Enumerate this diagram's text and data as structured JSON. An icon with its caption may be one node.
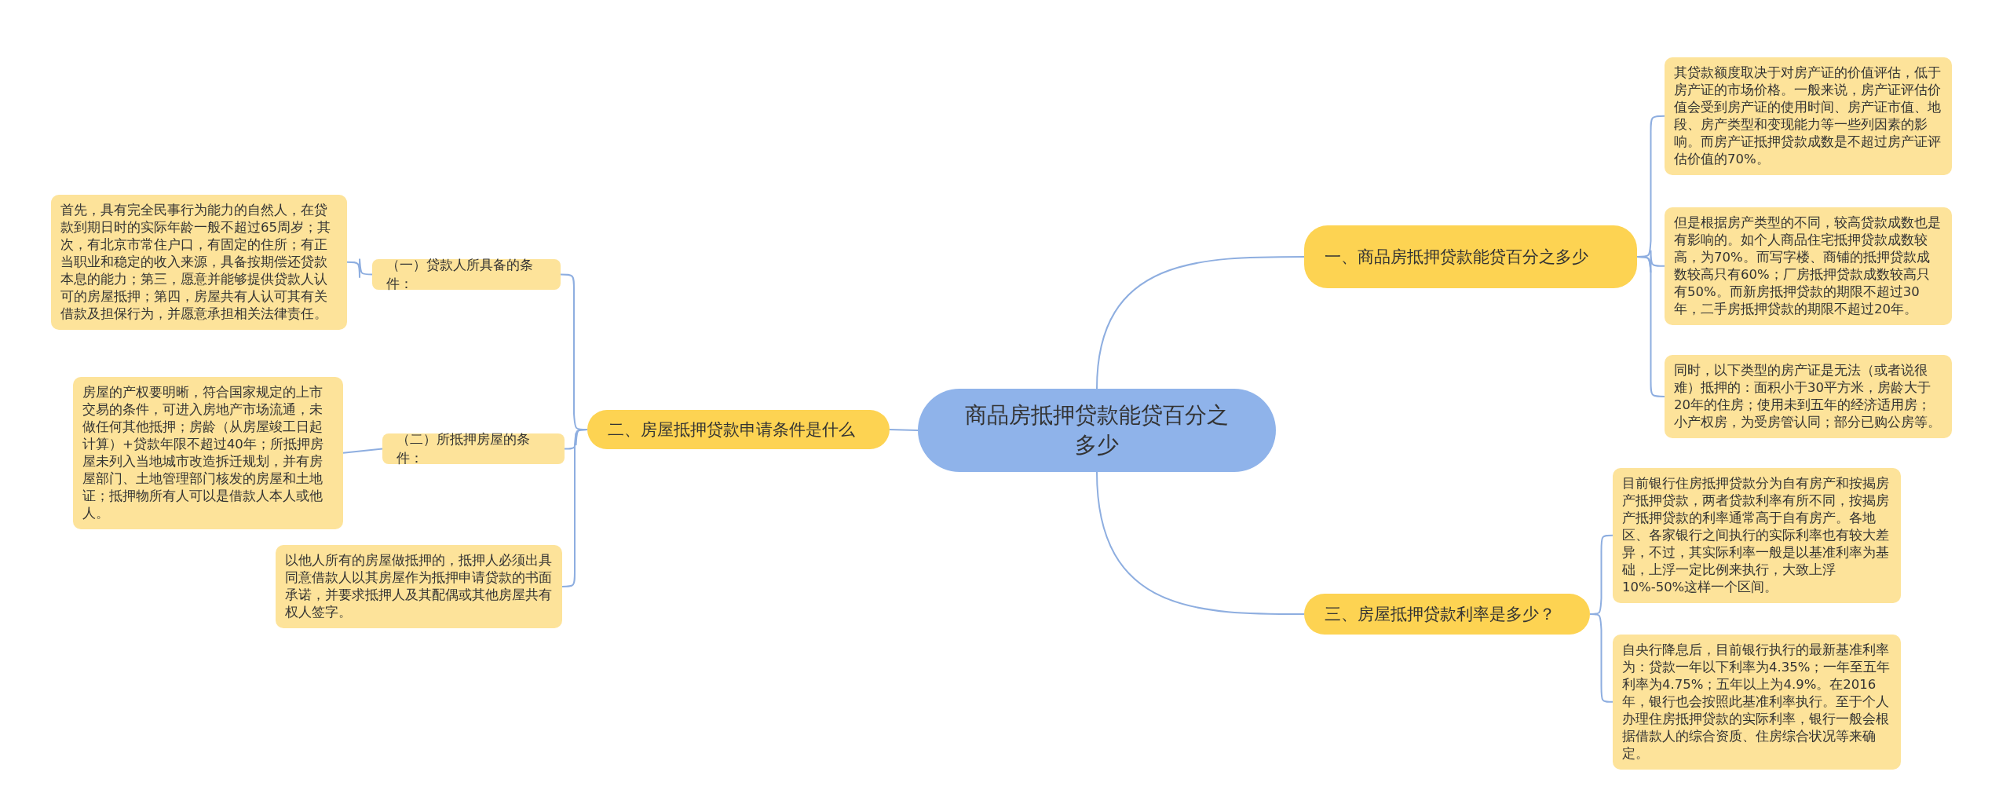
{
  "diagram": {
    "nodes": [
      {
        "text": [
          "商品房抵押贷款能贷百分之多少"
        ]
      },
      {
        "text": [
          "一、商品房抵押贷款能贷百分之多少"
        ]
      },
      {
        "text": [
          "其贷款额度取决于对房产证的价值评估，低于房产证的市场价格。一般来说，房产证评估价值会受到房产证的使用时间、房产证市值、地段、房产类型和变现能力等一些列因素的影响。而房产证抵押贷款成数是不超过房产证评估价值的70%。"
        ]
      },
      {
        "text": [
          "但是根据房产类型的不同，较高贷款成数也是有影响的。如个人商品住宅抵押贷款成数较高，为70%。而写字楼、商铺的抵押贷款成数较高只有60%；厂房抵押贷款成数较高只有50%。而新房抵押贷款的期限不超过30年，二手房抵押贷款的期限不超过20年。"
        ]
      },
      {
        "text": [
          "同时，以下类型的房产证是无法（或者说很难）抵押的：面积小于30平方米，房龄大于20年的住房；使用未到五年的经济适用房；小产权房，为受房管认同；部分已购公房等。"
        ]
      },
      {
        "text": [
          "二、房屋抵押贷款申请条件是什么"
        ]
      },
      {
        "text": [
          "（一）贷款人所具备的条件："
        ]
      },
      {
        "text": [
          "首先，具有完全民事行为能力的自然人，在贷款到期日时的实际年龄一般不超过65周岁；其次，有北京市常住户口，有固定的住所；有正当职业和稳定的收入来源，具备按期偿还贷款本息的能力；第三，愿意并能够提供贷款人认可的房屋抵押；第四，房屋共有人认可其有关借款及担保行为，并愿意承担相关法律责任。"
        ]
      },
      {
        "text": [
          "（二）所抵押房屋的条件："
        ]
      },
      {
        "text": [
          "房屋的产权要明晰，符合国家规定的上市交易的条件，可进入房地产市场流通，未做任何其他抵押；房龄（从房屋竣工日起计算）+贷款年限不超过40年；所抵押房屋未列入当地城市改造拆迁规划，并有房屋部门、土地管理部门核发的房屋和土地证；抵押物所有人可以是借款人本人或他人。"
        ]
      },
      {
        "text": [
          "以他人所有的房屋做抵押的，抵押人必须出具同意借款人以其房屋作为抵押申请贷款的书面承诺，并要求抵押人及其配偶或其他房屋共有权人签字。"
        ]
      },
      {
        "text": [
          "三、房屋抵押贷款利率是多少？"
        ]
      },
      {
        "text": [
          "目前银行住房抵押贷款分为自有房产和按揭房产抵押贷款，两者贷款利率有所不同，按揭房产抵押贷款的利率通常高于自有房产。各地区、各家银行之间执行的实际利率也有较大差异，不过，其实际利率一般是以基准利率为基础，上浮一定比例来执行，大致上浮10%-50%这样一个区间。"
        ]
      },
      {
        "text": [
          "自央行降息后，目前银行执行的最新基准利率为：贷款一年以下利率为4.35%；一年至五年利率为4.75%；五年以上为4.9%。在2016年，银行也会按照此基准利率执行。至于个人办理住房抵押贷款的实际利率，银行一般会根据借款人的综合资质、住房综合状况等来确定。"
        ]
      }
    ],
    "edges": [
      {
        "from": 0,
        "to": 1,
        "arrow": "none"
      },
      {
        "from": 1,
        "to": 2,
        "arrow": "none"
      },
      {
        "from": 1,
        "to": 3,
        "arrow": "none"
      },
      {
        "from": 1,
        "to": 4,
        "arrow": "none"
      },
      {
        "from": 0,
        "to": 5,
        "arrow": "none"
      },
      {
        "from": 5,
        "to": 6,
        "arrow": "none"
      },
      {
        "from": 6,
        "to": 7,
        "arrow": "none"
      },
      {
        "from": 5,
        "to": 8,
        "arrow": "none"
      },
      {
        "from": 8,
        "to": 9,
        "arrow": "none"
      },
      {
        "from": 5,
        "to": 10,
        "arrow": "none"
      },
      {
        "from": 0,
        "to": 11,
        "arrow": "none"
      },
      {
        "from": 11,
        "to": 12,
        "arrow": "none"
      },
      {
        "from": 11,
        "to": 13,
        "arrow": "none"
      }
    ]
  }
}
